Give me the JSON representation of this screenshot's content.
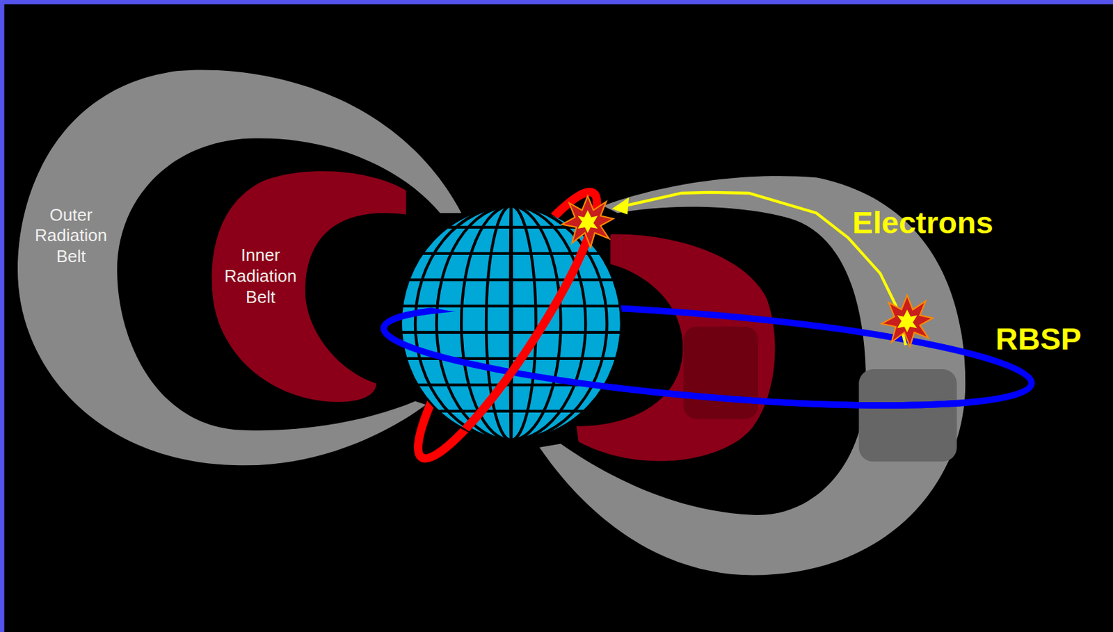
{
  "diagram": {
    "nodes": [
      {
        "text": [
          "Outer Radiation Belt"
        ]
      },
      {
        "text": [
          "Inner Radiation Belt"
        ]
      }
    ],
    "labels": [
      "Electrons",
      "RBSP"
    ]
  }
}
